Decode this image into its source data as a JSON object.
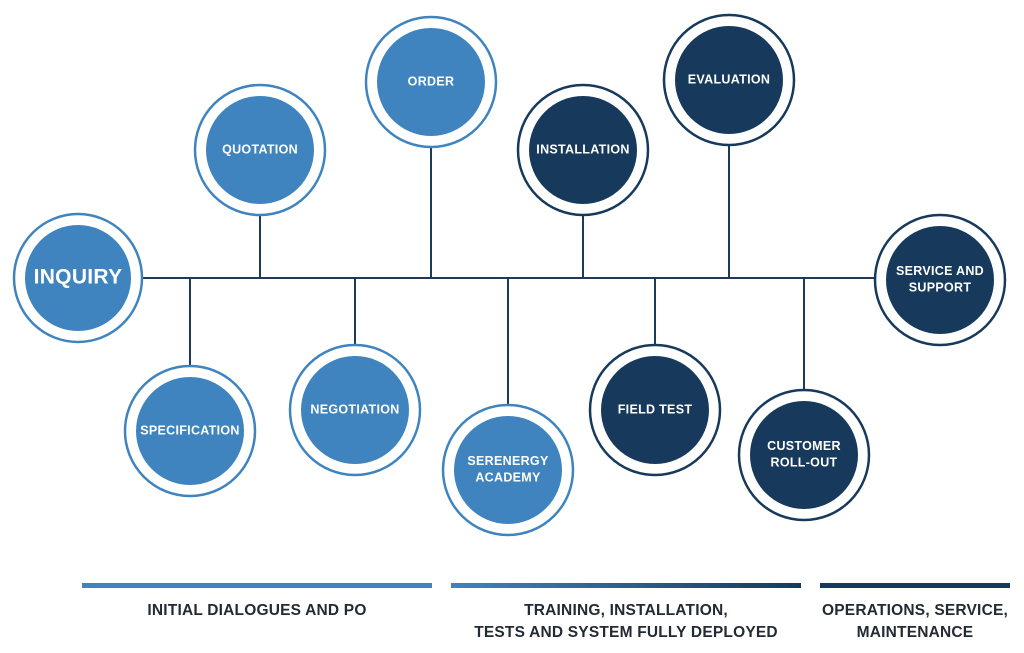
{
  "colors": {
    "light": "#3f84bf",
    "dark": "#173a5c",
    "line": "#1f3a55"
  },
  "nodes": [
    {
      "id": "inquiry",
      "lines": [
        "INQUIRY"
      ],
      "tone": "light"
    },
    {
      "id": "quotation",
      "lines": [
        "QUOTATION"
      ],
      "tone": "light"
    },
    {
      "id": "order",
      "lines": [
        "ORDER"
      ],
      "tone": "light"
    },
    {
      "id": "specification",
      "lines": [
        "SPECIFICATION"
      ],
      "tone": "light"
    },
    {
      "id": "negotiation",
      "lines": [
        "NEGOTIATION"
      ],
      "tone": "light"
    },
    {
      "id": "serenergy-academy",
      "lines": [
        "SERENERGY",
        "ACADEMY"
      ],
      "tone": "light"
    },
    {
      "id": "installation",
      "lines": [
        "INSTALLATION"
      ],
      "tone": "dark"
    },
    {
      "id": "evaluation",
      "lines": [
        "EVALUATION"
      ],
      "tone": "dark"
    },
    {
      "id": "field-test",
      "lines": [
        "FIELD TEST"
      ],
      "tone": "dark"
    },
    {
      "id": "customer-roll-out",
      "lines": [
        "CUSTOMER",
        "ROLL-OUT"
      ],
      "tone": "dark"
    },
    {
      "id": "service-and-support",
      "lines": [
        "SERVICE AND",
        "SUPPORT"
      ],
      "tone": "dark"
    }
  ],
  "phases": [
    {
      "id": "initial-dialogues",
      "lines": [
        "INITIAL DIALOGUES AND PO"
      ],
      "gradient": [
        "#3f84bf",
        "#3f84bf"
      ]
    },
    {
      "id": "training-installation",
      "lines": [
        "TRAINING, INSTALLATION,",
        "TESTS AND SYSTEM FULLY DEPLOYED"
      ],
      "gradient": [
        "#3f84bf",
        "#173a5c"
      ]
    },
    {
      "id": "operations",
      "lines": [
        "OPERATIONS, SERVICE,",
        "MAINTENANCE"
      ],
      "gradient": [
        "#173a5c",
        "#173a5c"
      ]
    }
  ]
}
